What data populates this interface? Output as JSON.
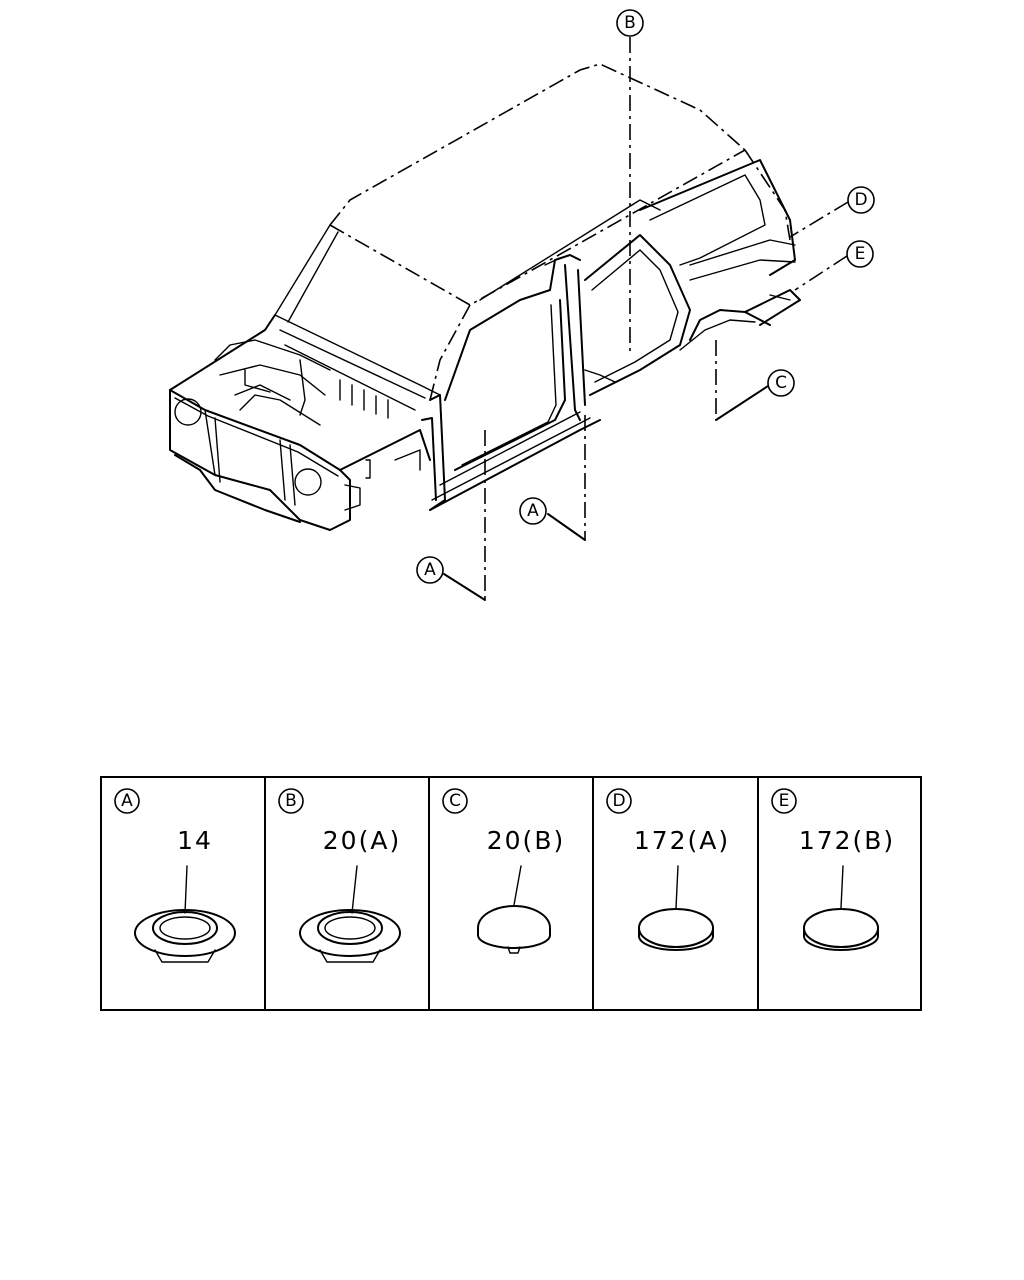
{
  "diagram": {
    "callouts": [
      {
        "id": "B",
        "label": "B"
      },
      {
        "id": "D",
        "label": "D"
      },
      {
        "id": "E",
        "label": "E"
      },
      {
        "id": "C",
        "label": "C"
      },
      {
        "id": "A1",
        "label": "A"
      },
      {
        "id": "A2",
        "label": "A"
      }
    ]
  },
  "legend": {
    "cells": [
      {
        "key": "A",
        "part_no": "14",
        "plug_type": "ring"
      },
      {
        "key": "B",
        "part_no": "20(A)",
        "plug_type": "ring"
      },
      {
        "key": "C",
        "part_no": "20(B)",
        "plug_type": "dome"
      },
      {
        "key": "D",
        "part_no": "172(A)",
        "plug_type": "flat"
      },
      {
        "key": "E",
        "part_no": "172(B)",
        "plug_type": "flat"
      }
    ]
  }
}
